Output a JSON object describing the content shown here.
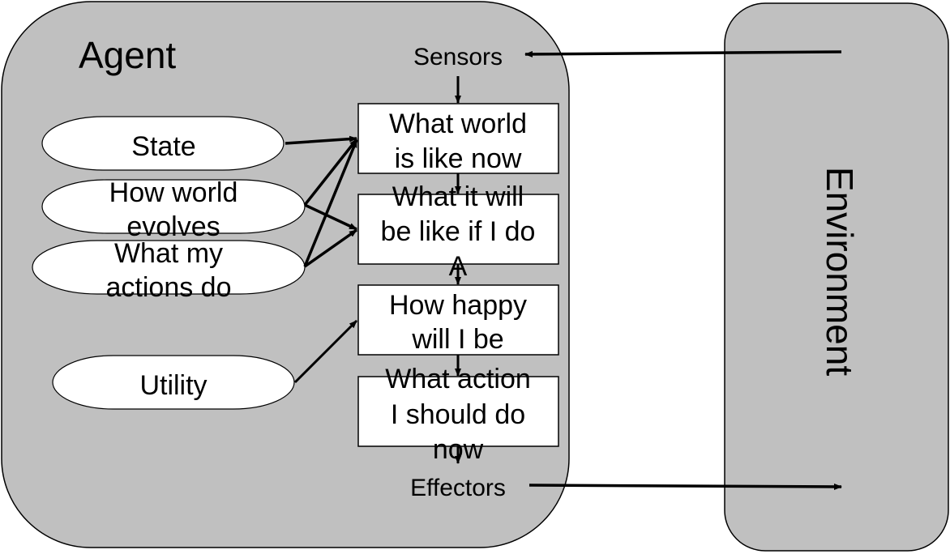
{
  "agent": {
    "title": "Agent",
    "sensors": "Sensors",
    "effectors": "Effectors"
  },
  "environment": {
    "title": "Environment"
  },
  "knowledge": [
    {
      "id": "state",
      "lines": [
        "State"
      ]
    },
    {
      "id": "how-world-evolves",
      "lines": [
        "How world",
        "evolves"
      ]
    },
    {
      "id": "what-my-actions-do",
      "lines": [
        "What my",
        "actions do"
      ]
    },
    {
      "id": "utility",
      "lines": [
        "Utility"
      ]
    }
  ],
  "pipeline": [
    {
      "id": "what-world-is-like-now",
      "lines": [
        "What world",
        "is like now"
      ]
    },
    {
      "id": "what-it-will-be-like",
      "lines": [
        "What it will",
        "be like if I do",
        "A"
      ]
    },
    {
      "id": "how-happy-will-i-be",
      "lines": [
        "How happy",
        "will I be"
      ]
    },
    {
      "id": "what-action-i-should-do-now",
      "lines": [
        "What action",
        "I should do",
        "now"
      ]
    }
  ],
  "colors": {
    "container_fill": "#c0c0c0",
    "box_fill": "#ffffff",
    "stroke": "#000000"
  }
}
